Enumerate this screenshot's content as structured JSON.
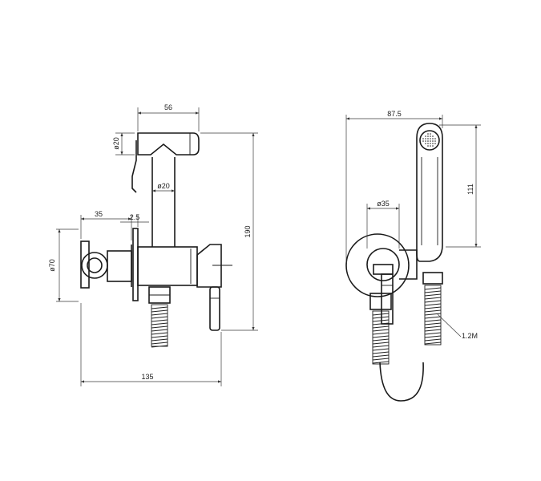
{
  "dimensions": {
    "handle_width": "56",
    "handle_dia": "ø20",
    "spout_dia": "ø20",
    "inlet_depth": "35",
    "flange_thk": "2.5",
    "flange_dia": "ø70",
    "total_height": "190",
    "total_depth": "135",
    "side_width": "87.5",
    "handset_height": "111",
    "knob_dia": "ø35",
    "hose_length": "1.2M"
  }
}
